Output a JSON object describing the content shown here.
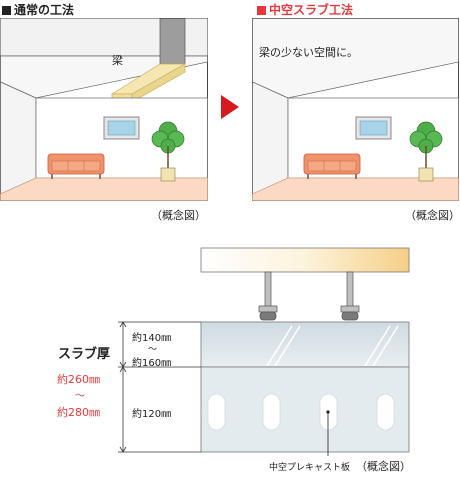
{
  "conventional": {
    "title": "通常の工法",
    "beam_label": "梁",
    "caption": "（概念図）"
  },
  "hollow": {
    "title": "中空スラブ工法",
    "note": "梁の少ない空間に。",
    "caption": "（概念図）"
  },
  "section": {
    "slab_title": "スラブ厚",
    "slab_range_from": "約260㎜",
    "slab_range_sep": "〜",
    "slab_range_to": "約280㎜",
    "top_range_from": "約140㎜",
    "top_range_sep": "〜",
    "top_range_to": "約160㎜",
    "bottom_thickness": "約120㎜",
    "panel_label": "中空プレキャスト板",
    "caption": "（概念図）"
  },
  "colors": {
    "accent_red": "#e8383d",
    "arrow_red": "#d7191f",
    "beam_yellow": "#f5e6b2",
    "floor_orange": "#fbd9c4",
    "concrete_blue": "#dfe7ec"
  }
}
